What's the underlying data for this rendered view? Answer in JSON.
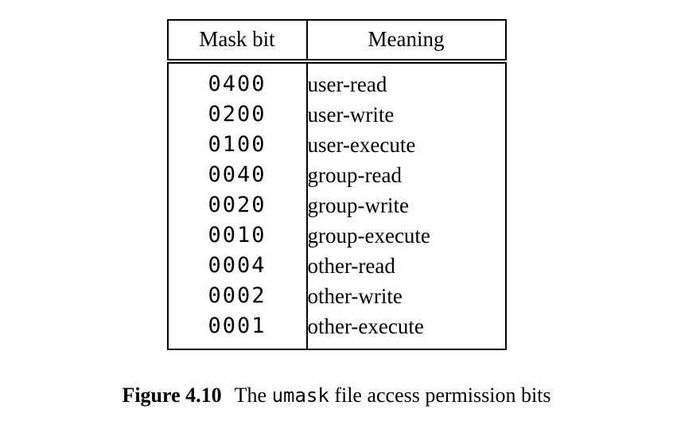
{
  "table": {
    "headers": [
      "Mask bit",
      "Meaning"
    ],
    "rows": [
      {
        "mask": "0400",
        "meaning": "user-read"
      },
      {
        "mask": "0200",
        "meaning": "user-write"
      },
      {
        "mask": "0100",
        "meaning": "user-execute"
      },
      {
        "mask": "0040",
        "meaning": "group-read"
      },
      {
        "mask": "0020",
        "meaning": "group-write"
      },
      {
        "mask": "0010",
        "meaning": "group-execute"
      },
      {
        "mask": "0004",
        "meaning": "other-read"
      },
      {
        "mask": "0002",
        "meaning": "other-write"
      },
      {
        "mask": "0001",
        "meaning": "other-execute"
      }
    ]
  },
  "caption": {
    "label": "Figure 4.10",
    "text_before": "The ",
    "code": "umask",
    "text_after": " file access permission bits"
  }
}
